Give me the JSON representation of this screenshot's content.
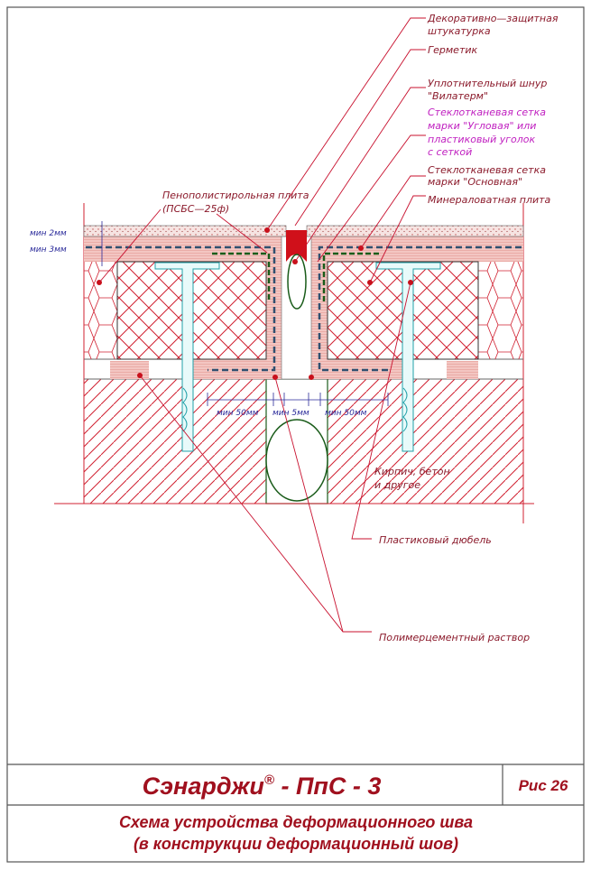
{
  "labels": {
    "decorative_1": "Декоративно—защитная",
    "decorative_2": "штукатурка",
    "sealant": "Герметик",
    "cord_1": "Уплотнительный шнур",
    "cord_2": "\"Вилатерм\"",
    "corner_mesh_1": "Стеклотканевая сетка",
    "corner_mesh_2": "марки \"Угловая\" или",
    "corner_mesh_3": "пластиковый уголок",
    "corner_mesh_4": "с сеткой",
    "base_mesh_1": "Стеклотканевая сетка",
    "base_mesh_2": "марки \"Основная\"",
    "mineral_wool": "Минераловатная плита",
    "eps_1": "Пенополистирольная плита",
    "eps_2": "(ПСБС—25ф)",
    "wall_1": "Кирпич, бетон",
    "wall_2": "и другое",
    "dowel": "Пластиковый дюбель",
    "mortar": "Полимерцементный раствор"
  },
  "dimensions": {
    "min_2": "мин 2мм",
    "min_3": "мин 3мм",
    "min_50_left": "мин 50мм",
    "min_5": "мин 5мм",
    "min_50_right": "мин 50мм"
  },
  "title_block": {
    "brand": "Сэнарджи",
    "registered": "®",
    "product": " - ПпС - 3",
    "figure": "Рис 26",
    "caption_1": "Схема устройства деформационного шва",
    "caption_2": "(в конструкции деформационный шов)"
  },
  "colors": {
    "line": "#c8102e",
    "text": "#8b1a2b",
    "magenta": "#c020c0",
    "mesh": "#2f4f6f",
    "corner_mesh": "#1a5c1a",
    "dowel": "#20a0a8"
  }
}
